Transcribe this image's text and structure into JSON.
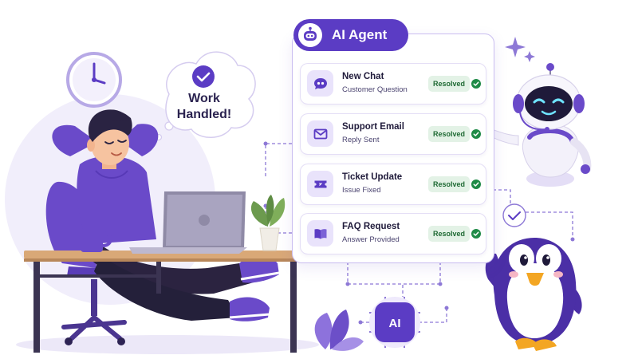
{
  "thought_bubble": {
    "line1": "Work",
    "line2": "Handled!"
  },
  "agent_panel": {
    "title": "AI Agent",
    "items": [
      {
        "title": "New Chat",
        "subtitle": "Customer Question",
        "status": "Resolved",
        "icon": "chat-bubble-icon"
      },
      {
        "title": "Support Email",
        "subtitle": "Reply Sent",
        "status": "Resolved",
        "icon": "envelope-icon"
      },
      {
        "title": "Ticket Update",
        "subtitle": "Issue Fixed",
        "status": "Resolved",
        "icon": "ticket-icon"
      },
      {
        "title": "FAQ Request",
        "subtitle": "Answer Provided",
        "status": "Resolved",
        "icon": "open-book-icon"
      }
    ]
  },
  "chip": {
    "label": "AI"
  },
  "colors": {
    "brand_purple": "#5b3cc4",
    "light_purple": "#e9e3fb",
    "resolved_green": "#1e8a46",
    "resolved_bg": "#e3f2e6"
  }
}
